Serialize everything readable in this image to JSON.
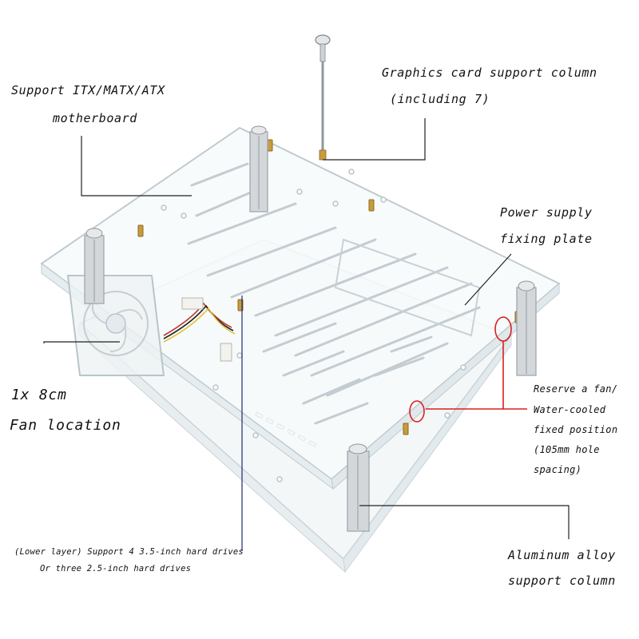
{
  "labels": {
    "motherboard_line1": "Support ITX/MATX/ATX",
    "motherboard_line2": "motherboard",
    "gpu_line1": "Graphics card support column",
    "gpu_line2": "(including 7)",
    "psu_line1": "Power supply",
    "psu_line2": "fixing plate",
    "fan_line1": "1x 8cm",
    "fan_line2": "Fan location",
    "reserve_line1": "Reserve a fan/",
    "reserve_line2": "Water-cooled",
    "reserve_line3": "fixed position",
    "reserve_line4": "(105mm hole",
    "reserve_line5": "spacing)",
    "drives_line1": "(Lower layer) Support 4 3.5-inch hard drives",
    "drives_line2": "Or three 2.5-inch hard drives",
    "column_line1": "Aluminum alloy",
    "column_line2": "support column"
  },
  "colors": {
    "leader_line": "#222222",
    "highlight_ring": "#d8201e",
    "drives_leader": "#1f2a6b",
    "acrylic_edge": "#c9d3d8",
    "aluminum": "#d4d7da",
    "brass": "#c89b3c"
  },
  "icons": [
    "fan-icon",
    "aluminum-column-icon",
    "graphics-card-column-icon",
    "brass-standoff-icon"
  ]
}
